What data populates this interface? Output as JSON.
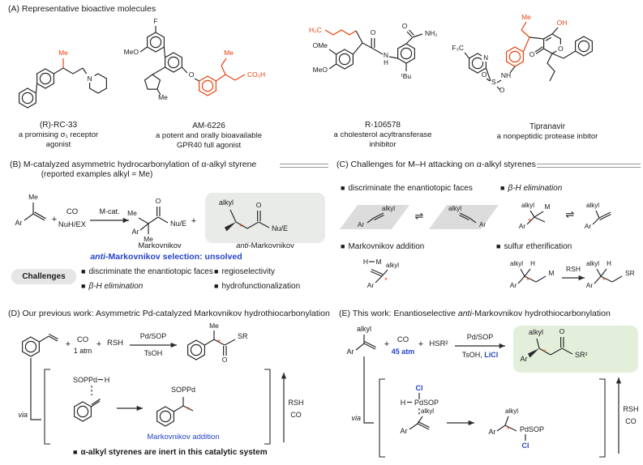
{
  "ui": {
    "bullet": "■"
  },
  "colors": {
    "red": "#e8430f",
    "blue": "#2743c7",
    "gray_box": "#e8ebe7",
    "green_box": "#e4efdb",
    "plane_gray": "#dcdcdc",
    "challenges_bg": "#e6e6e6"
  },
  "panelA": {
    "header": "(A) Representative bioactive molecules",
    "mol1": {
      "me": "Me",
      "n": "N",
      "name": "(R)-RC-33",
      "desc1": "a promising σ₁ receptor",
      "desc2": "agonist"
    },
    "mol2": {
      "f": "F",
      "meo": "MeO",
      "me_ring": "Me",
      "me": "Me",
      "o": "O",
      "co2h": "CO₂H",
      "name": "AM-6226",
      "desc1": "a potent and orally bioavailable",
      "desc2": "GPR40 full agonist"
    },
    "mol3": {
      "h3c": "H₃C",
      "ome": "OMe",
      "meo": "MeO",
      "o1": "O",
      "n": "N",
      "h": "H",
      "o2": "O",
      "nh2": "NH₂",
      "tbu": "ᵗBu",
      "name": "R-106578",
      "desc1": "a cholesterol acyltransferase",
      "desc2": "inhibitor"
    },
    "mol4": {
      "me": "Me",
      "oh": "OH",
      "oring": "O",
      "olact": "O",
      "f3c": "F₃C",
      "n": "N",
      "s": "S",
      "o1": "O",
      "o2": "O",
      "nh": "NH",
      "name": "Tipranavir",
      "desc1": "a nonpeptidic protease inbitor"
    }
  },
  "panelB": {
    "header": "(B) M-catalyzed asymmetric hydrocarbonylation of α-alkyl styrene",
    "subheader": "(reported examples alkyl = Me)",
    "rx": {
      "me": "Me",
      "ar": "Ar",
      "plus": "+",
      "co": "CO",
      "nuhex": "NuH/EX",
      "cat": "M-cat.",
      "o1": "O",
      "nue1": "Nu/E",
      "me1": "Me",
      "me2": "Me",
      "label1": "Markovnikov",
      "alkyl": "alkyl",
      "star": "*",
      "o2": "O",
      "nue2": "Nu/E",
      "label2i": "anti",
      "label2r": "-Markovnikov"
    },
    "notei": "anti",
    "noter": "-Markovnikov selection: unsolved",
    "challenges": "Challenges",
    "b1": "discriminate the enantiotopic faces",
    "b2": "β-H elimination",
    "b3": "regioselectivity",
    "b4": "hydrofunctionalization"
  },
  "panelC": {
    "header": "(C) Challenges for M–H attacking on α-alkyl styrenes",
    "b1": "discriminate the enantiotopic faces",
    "b2": "β-H elimination",
    "b3": "Markovnikov addition",
    "b4": "sulfur etherification",
    "s": {
      "alkyl": "alkyl",
      "ar": "Ar",
      "m": "M",
      "h": "H",
      "rsh": "RSH",
      "sr": "SR",
      "eq": "⇌",
      "star": "*"
    }
  },
  "panelD": {
    "header": "(D) Our previous work: Asymmetric Pd-catalyzed Markovnikov hydrothiocarbonylation",
    "rx": {
      "plus": "+",
      "co": "CO",
      "atm": "1 atm",
      "rsh": "RSH",
      "cat": "Pd/SOP",
      "acid": "TsOH",
      "me": "Me",
      "star": "*",
      "o": "O",
      "sr": "SR"
    },
    "via": "via",
    "int1": {
      "pd": "SOPPd",
      "h": "H"
    },
    "int2": {
      "pd": "SOPPd",
      "star": "*"
    },
    "note": "Markovnikov addition",
    "cyc": {
      "rsh": "RSH",
      "co": "CO"
    },
    "foot": "α-alkyl styrenes are inert in this catalytic system"
  },
  "panelE": {
    "header1": "(E) This work:  Enantioselective ",
    "headeri": "anti",
    "header2": "-Markovnikov hydrothiocarbonylation",
    "rx": {
      "alkyl": "alkyl",
      "ar": "Ar",
      "plus": "+",
      "co": "CO",
      "atm": "45 atm",
      "hsr": "HSR²",
      "cat": "Pd/SOP",
      "acid": "TsOH, ",
      "licl": "LiCl",
      "star": "*",
      "o": "O",
      "sr2": "SR²"
    },
    "via": "via",
    "int1": {
      "cl": "Cl",
      "h": "H",
      "pd": "PdSOP",
      "alkyl": "alkyl",
      "ar": "Ar"
    },
    "int2": {
      "ar": "Ar",
      "alkyl": "alkyl",
      "pd": "PdSOP",
      "cl": "Cl",
      "star": "*"
    },
    "cyc": {
      "rsh": "RSH",
      "co": "CO"
    }
  }
}
